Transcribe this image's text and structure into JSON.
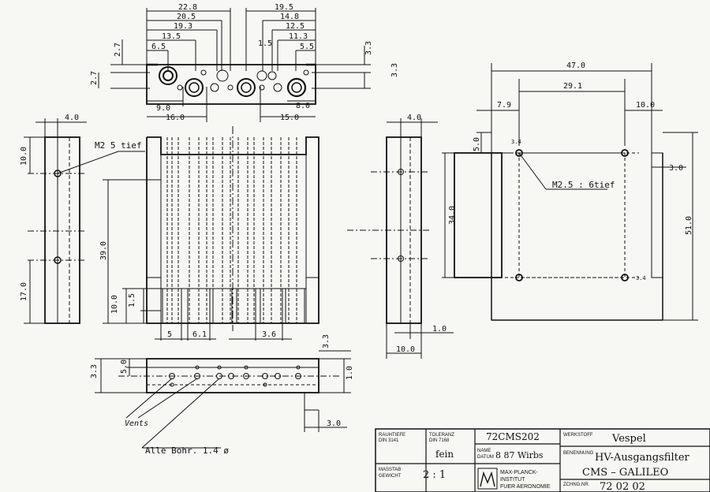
{
  "top_view": {
    "dims_left": [
      "22.8",
      "20.5",
      "19.3",
      "13.5",
      "6.5"
    ],
    "dims_right": [
      "19.5",
      "14.8",
      "12.5",
      "11.3",
      "5.5"
    ],
    "dim_1_5": "1.5",
    "dim_2_7_a": "2.7",
    "dim_2_7_b": "2.7",
    "dim_3_3_a": "3.3",
    "dim_3_3_b": "3.3",
    "dim_9_0": "9.0",
    "dim_16_0": "16.0",
    "dim_8_0": "8.0",
    "dim_15_0": "15.0"
  },
  "front_view": {
    "dim_4_0": "4.0",
    "dim_10_0": "10.0",
    "dim_17_0": "17.0",
    "dim_39_0": "39.0",
    "dim_10_0_b": "10.0",
    "dim_1_5": "1.5",
    "dim_5": "5",
    "dim_6_1": "6.1",
    "dim_3_6": "3.6",
    "callout_m2": "M2 5 tief"
  },
  "side_view": {
    "dim_4_0": "4.0",
    "dim_1_0": "1.0",
    "dim_10_0": "10.0"
  },
  "right_view": {
    "dim_47_0": "47.0",
    "dim_29_1": "29.1",
    "dim_7_9": "7.9",
    "dim_10_0": "10.0",
    "dim_5_0": "5.0",
    "dim_3_0": "3.0",
    "dim_34_0": "34.0",
    "dim_51_0": "51.0",
    "callout_m25": "M2.5 : 6tief",
    "corner_label_tl": "3.4",
    "corner_label_br": "3.4"
  },
  "bottom_view": {
    "dim_3_3_a": "3.3",
    "dim_5_0": "5.0",
    "dim_3_3_b": "3.3",
    "dim_1_0": "1.0",
    "dim_3_0": "3.0",
    "note_vents": "Vents",
    "note_bohr": "Alle Bohr. 1.4 ø"
  },
  "title_block": {
    "rauhtiefe_label": "RAUHTIEFE\nDIN 3141",
    "toleranz_label": "TOLERANZ\nDIN 7168",
    "toleranz_value": "fein",
    "drawing_no": "72CMS202",
    "name_label": "NAME",
    "datum_label": "DATUM",
    "name_value": "8 87 Wirbs",
    "masstab_label": "MASSTAB",
    "gewicht_label": "GEWICHT",
    "masstab_value": "2 : 1",
    "institute_1": "MAX-PLANCK-",
    "institute_2": "INSTITUT",
    "institute_3": "FUER AERONOMIE",
    "werkstoff_label": "WERKSTOFF",
    "werkstoff_value": "Vespel",
    "benennung_label": "BENENNUNG",
    "benennung_value": "HV-Ausgangsfilter",
    "project_value": "CMS  –  GALILEO",
    "zchng_label": "ZCHNG.NR.",
    "zchng_value": "72  02  02"
  }
}
